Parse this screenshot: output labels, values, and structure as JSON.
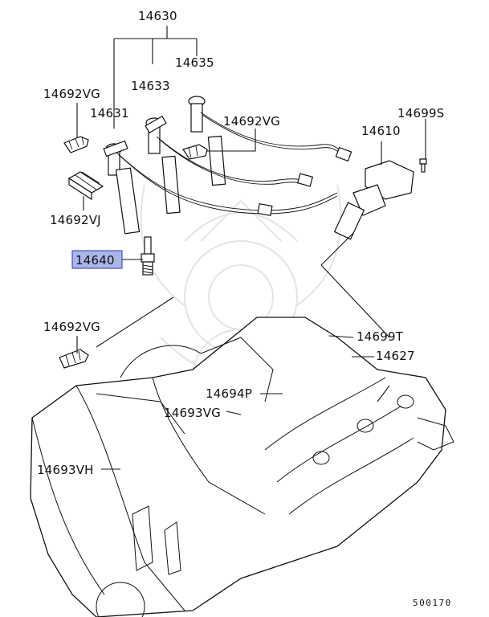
{
  "diagram": {
    "type": "exploded-parts-diagram",
    "highlight_color": "#a9b6e8",
    "highlighted_part": "14640",
    "figure_number": "500170"
  },
  "callouts": {
    "c14630": "14630",
    "c14635": "14635",
    "c14633": "14633",
    "c14631": "14631",
    "c14692vg_top": "14692VG",
    "c14692vg_right": "14692VG",
    "c14699s": "14699S",
    "c14610": "14610",
    "c14692vj": "14692VJ",
    "c14640": "14640",
    "c14692vg_mid": "14692VG",
    "c14699t": "14699T",
    "c14627": "14627",
    "c14694p": "14694P",
    "c14693vg": "14693VG",
    "c14693vh": "14693VH"
  }
}
